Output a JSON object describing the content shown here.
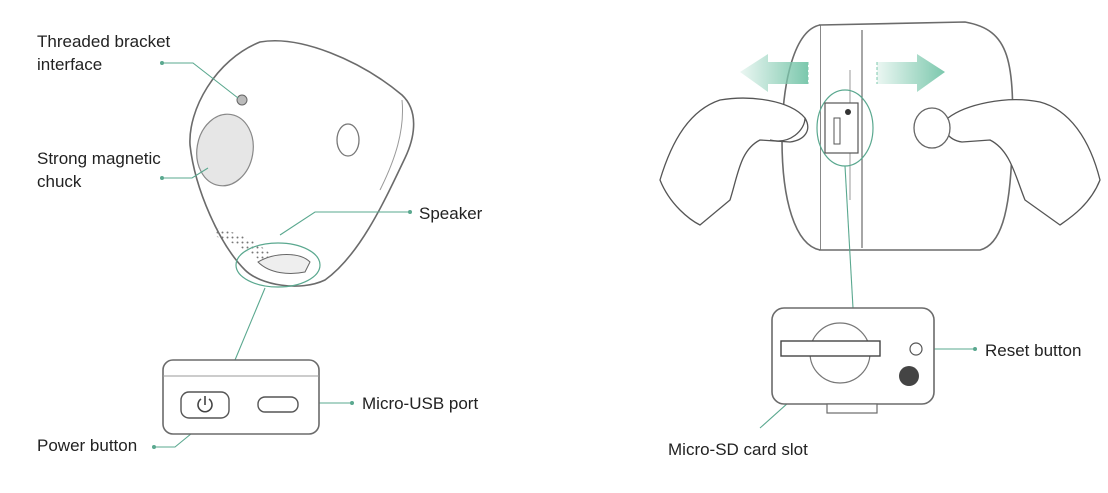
{
  "labels": {
    "threaded_bracket_line1": "Threaded bracket",
    "threaded_bracket_line2": "interface",
    "magnetic_chuck_line1": "Strong magnetic",
    "magnetic_chuck_line2": "chuck",
    "speaker": "Speaker",
    "micro_usb_port": "Micro-USB port",
    "power_button": "Power button",
    "reset_button": "Reset button",
    "micro_sd_slot": "Micro-SD card slot"
  },
  "colors": {
    "leader": "#5aa88f",
    "arrow_fill": "#7cc8ad",
    "outline": "#6b6b6b"
  }
}
